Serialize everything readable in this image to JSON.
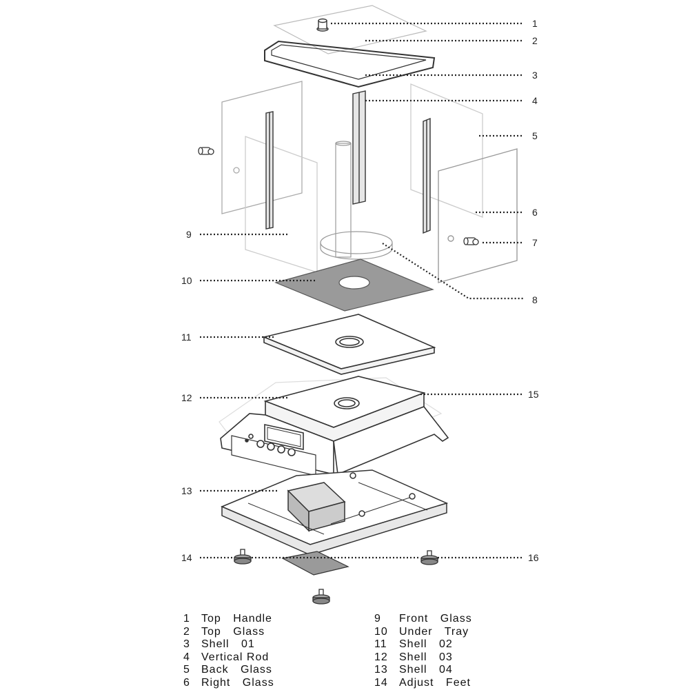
{
  "callouts": [
    "1",
    "2",
    "3",
    "4",
    "5",
    "6",
    "7",
    "8",
    "9",
    "10",
    "11",
    "12",
    "13",
    "14",
    "15",
    "16"
  ],
  "legend": [
    {
      "num": "1",
      "text": "Top    Handle"
    },
    {
      "num": "2",
      "text": "Top    Glass"
    },
    {
      "num": "3",
      "text": "Shell  01"
    },
    {
      "num": "4",
      "text": "Vertical Rod"
    },
    {
      "num": "5",
      "text": "Back   Glass"
    },
    {
      "num": "6",
      "text": "Right  Glass"
    },
    {
      "num": "9",
      "text": "Front  Glass"
    },
    {
      "num": "10",
      "text": "Under  Tray"
    },
    {
      "num": "11",
      "text": "Shell  02"
    },
    {
      "num": "12",
      "text": "Shell  03"
    },
    {
      "num": "13",
      "text": "Shell  04"
    },
    {
      "num": "14",
      "text": "Adjust  Feet"
    }
  ],
  "colors": {
    "line": "#222222",
    "glass": "#cfcfcf",
    "part": "#444444"
  }
}
